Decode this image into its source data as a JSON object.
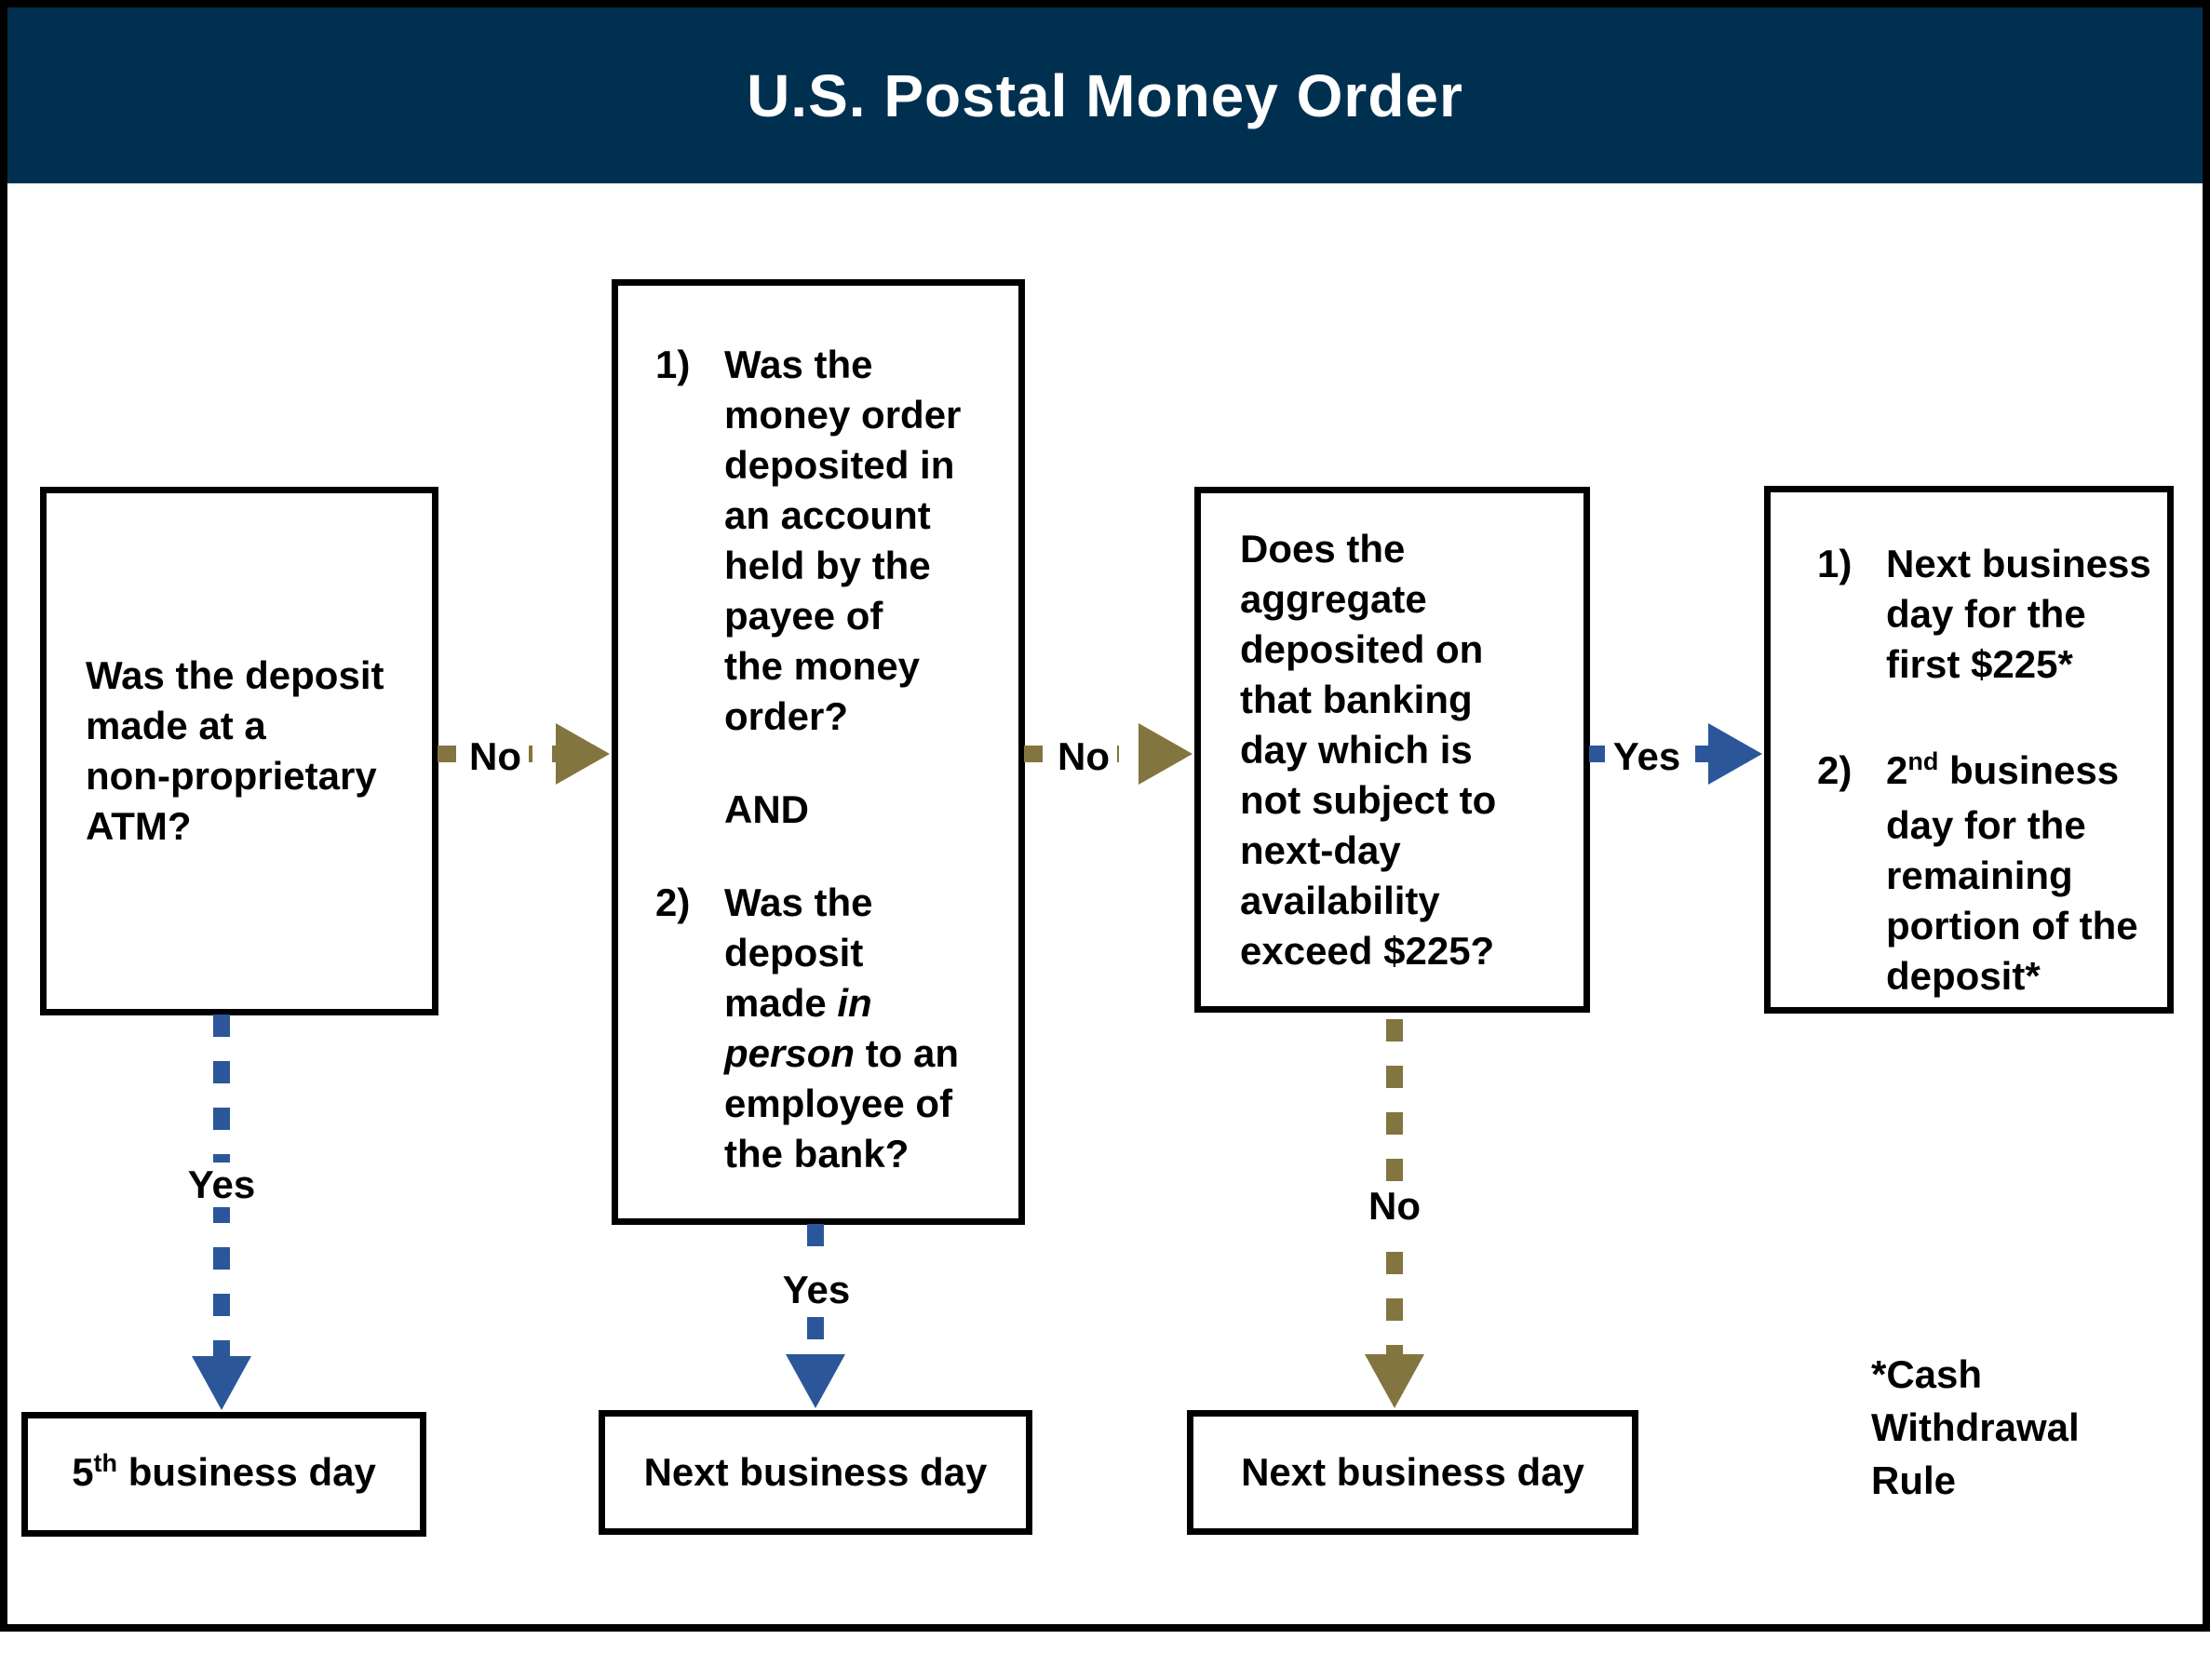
{
  "title": "U.S. Postal Money Order",
  "colors": {
    "navy": "#003050",
    "blue": "#2b579a",
    "gold": "#82753f"
  },
  "boxes": {
    "q1": {
      "text": "Was the deposit\nmade at a\nnon-proprietary\nATM?"
    },
    "q2": {
      "item1_num": "1)",
      "item1_text": "Was the\nmoney order\ndeposited in\nan account\nheld by the\npayee of\nthe money\norder?",
      "conjunction": "AND",
      "item2_num": "2)",
      "item2_pre": "Was the\ndeposit\nmade ",
      "item2_italic": "in\nperson",
      "item2_post": " to an\nemployee of\nthe bank?"
    },
    "q3": {
      "text": "Does the\naggregate\ndeposited on\nthat banking\nday which is\nnot subject to\nnext-day\navailability\nexceed $225?"
    },
    "q4": {
      "item1_num": "1)",
      "item1_text": "Next business\nday for the\nfirst $225*",
      "item2_num": "2)",
      "item2_base": "2",
      "item2_sup": "nd",
      "item2_rest": " business\nday for the\nremaining\nportion of the\ndeposit*"
    }
  },
  "labels": {
    "no1": "No",
    "no2": "No",
    "yes3": "Yes",
    "yes_v1": "Yes",
    "yes_v2": "Yes",
    "no_v3": "No"
  },
  "outcomes": {
    "a_base": "5",
    "a_sup": "th",
    "a_rest": " business day",
    "b": "Next business day",
    "c": "Next business day"
  },
  "footnote": "*Cash\nWithdrawal\nRule"
}
